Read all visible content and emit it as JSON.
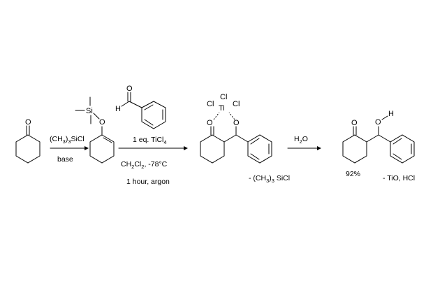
{
  "atoms": {
    "oxygen": "O",
    "silicon": "Si",
    "hydrogen": "H",
    "titanium": "Ti",
    "chlorine": "Cl"
  },
  "step1": {
    "reagent_main": "(CH",
    "reagent_sub": "3",
    "reagent_tail": ")",
    "reagent_sub2": "3",
    "reagent_end": "SiCl",
    "condition": "base"
  },
  "step2": {
    "catalyst_main": "1 eq. TiCl",
    "catalyst_sub": "4",
    "solvent_main": "CH",
    "solvent_sub": "2",
    "solvent_mid": "Cl",
    "solvent_sub2": "2",
    "solvent_tail": ", -78°C",
    "duration": "1 hour, argon"
  },
  "byproduct1": {
    "main": "- (CH",
    "sub": "3",
    "mid": ")",
    "sub2": "3",
    "tail": " SiCl"
  },
  "step3": {
    "reagent_main": "H",
    "reagent_sub": "2",
    "reagent_tail": "O"
  },
  "product": {
    "yield": "92%",
    "byproduct": "- TiO, HCl"
  },
  "colors": {
    "ink": "#000000",
    "background": "#ffffff"
  }
}
